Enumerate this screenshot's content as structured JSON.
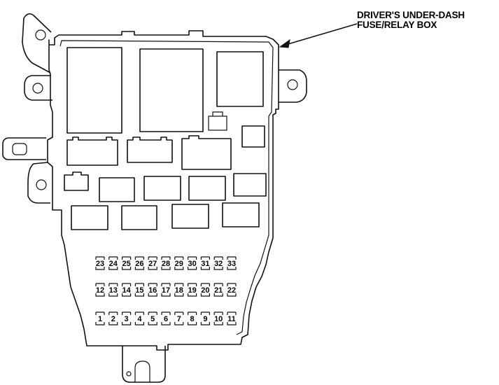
{
  "callout": {
    "line1": "DRIVER'S UNDER-DASH",
    "line2": "FUSE/RELAY BOX"
  },
  "fuse_rows": [
    [
      "23",
      "24",
      "25",
      "26",
      "27",
      "28",
      "29",
      "30",
      "31",
      "32",
      "33"
    ],
    [
      "12",
      "13",
      "14",
      "15",
      "16",
      "17",
      "18",
      "19",
      "20",
      "21",
      "22"
    ],
    [
      "1",
      "2",
      "3",
      "4",
      "5",
      "6",
      "7",
      "8",
      "9",
      "10",
      "11"
    ]
  ]
}
